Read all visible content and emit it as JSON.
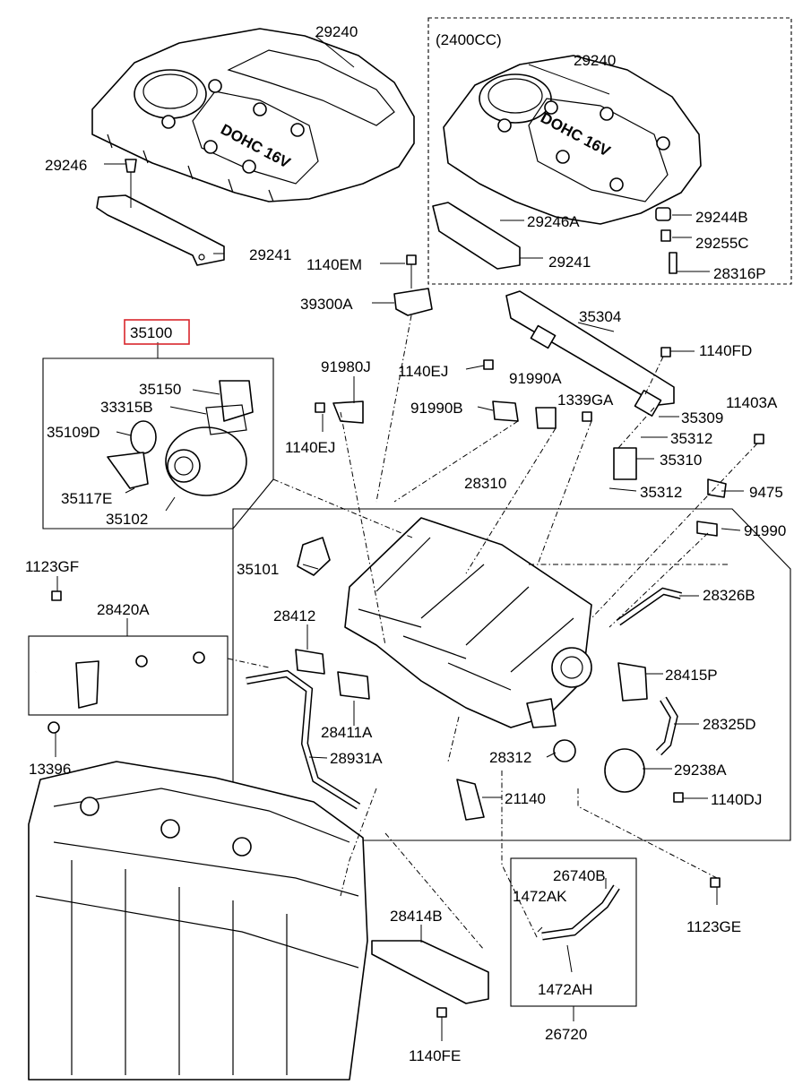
{
  "variant_label": "(2400CC)",
  "highlight_color": "#d9262c",
  "parts": {
    "p29240_a": "29240",
    "p29240_b": "29240",
    "p29246": "29246",
    "p29246A": "29246A",
    "p29241_a": "29241",
    "p29241_b": "29241",
    "p29244B": "29244B",
    "p29255C": "29255C",
    "p28316P": "28316P",
    "p1140EM": "1140EM",
    "p39300A": "39300A",
    "p35304": "35304",
    "p35100": "35100",
    "p91980J": "91980J",
    "p1140EJ_a": "1140EJ",
    "p1140EJ_b": "1140EJ",
    "p91990A": "91990A",
    "p91990B": "91990B",
    "p1339GA": "1339GA",
    "p1140FD": "1140FD",
    "p11403A": "11403A",
    "p35150": "35150",
    "p33315B": "33315B",
    "p35109D": "35109D",
    "p35117E": "35117E",
    "p35102": "35102",
    "p35309": "35309",
    "p35312_a": "35312",
    "p35310": "35310",
    "p35312_b": "35312",
    "p9475": "9475",
    "p28310": "28310",
    "p91990": "91990",
    "p35101": "35101",
    "p1123GF": "1123GF",
    "p28420A": "28420A",
    "p28326B": "28326B",
    "p28412": "28412",
    "p28415P": "28415P",
    "p28325D": "28325D",
    "p28411A": "28411A",
    "p13396": "13396",
    "p28931A": "28931A",
    "p28312": "28312",
    "p29238A": "29238A",
    "p21140": "21140",
    "p1140DJ": "1140DJ",
    "p26740B": "26740B",
    "p1472AK": "1472AK",
    "p28414B": "28414B",
    "p1123GE": "1123GE",
    "p1472AH": "1472AH",
    "p26720": "26720",
    "p1140FE": "1140FE"
  },
  "emblem_text": "DOHC 16V"
}
